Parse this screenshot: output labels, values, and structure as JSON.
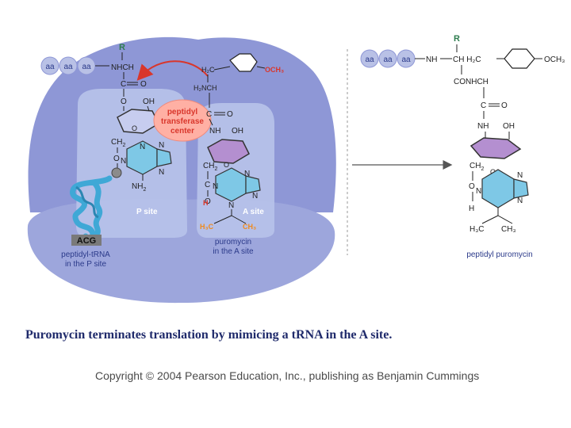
{
  "colors": {
    "ribbosome_large": "#8e97d6",
    "ribosome_small": "#9da6dc",
    "site_box": "#b8c3ea",
    "trna_blue": "#3fa8d6",
    "ring_purple": "#b48fd0",
    "ring_blue": "#7ec8e6",
    "label_blue": "#2b3a8a",
    "red_accent": "#d9362b",
    "orange": "#f08a1c",
    "gray_bubble": "#b9c1e6"
  },
  "left": {
    "aa_labels": [
      "aa",
      "aa",
      "aa"
    ],
    "p_r": "R",
    "p_nhch": "NHCH",
    "p_c": "C",
    "p_o_double": "O",
    "p_o": "O",
    "p_oh": "OH",
    "p_ch2": "CH",
    "p_ch2_sub": "2",
    "p_o2": "O",
    "p_n1": "N",
    "p_n2": "N",
    "p_n3": "N",
    "p_n4": "N",
    "p_nh2": "NH",
    "p_nh2_sub": "2",
    "p_site": "P site",
    "anticodon": "ACG",
    "p_trna_line1": "peptidyl-tRNA",
    "p_trna_line2": "in the P site",
    "a_h2c": "H₂C",
    "a_och3": "OCH₃",
    "a_h2nch": "H₂NCH",
    "a_c": "C",
    "a_o_double": "O",
    "a_nh": "NH",
    "a_oh": "OH",
    "a_ch2": "CH",
    "a_ch2_sub": "2",
    "a_o": "O",
    "a_c2": "C",
    "a_o2": "O",
    "a_n1": "N",
    "a_n2": "N",
    "a_n3": "N",
    "a_n4": "N",
    "a_h": "H",
    "a_n5": "N",
    "a_h3c": "H₃C",
    "a_ch3": "CH₃",
    "a_site": "A site",
    "puro_line1": "puromycin",
    "puro_line2": "in the A site",
    "ptc_line1": "peptidyl",
    "ptc_line2": "transferase",
    "ptc_line3": "center"
  },
  "right": {
    "aa_labels": [
      "aa",
      "aa",
      "aa"
    ],
    "r": "R",
    "nh": "NH",
    "chh2c": "CH H₂C",
    "och3": "OCH₃",
    "conhch": "CONHCH",
    "c": "C",
    "o": "O",
    "nh2": "NH",
    "oh": "OH",
    "ch2": "CH",
    "ch2_sub": "2",
    "o_ring": "O",
    "o_chain": "O",
    "n1": "N",
    "n2": "N",
    "n3": "N",
    "n4": "N",
    "h": "H",
    "h3c": "H₃C",
    "ch3": "CH₃",
    "label": "peptidyl puromycin"
  },
  "caption": "Puromycin terminates translation by mimicing a tRNA in the A site.",
  "copyright": "Copyright © 2004 Pearson Education, Inc., publishing as Benjamin Cummings"
}
